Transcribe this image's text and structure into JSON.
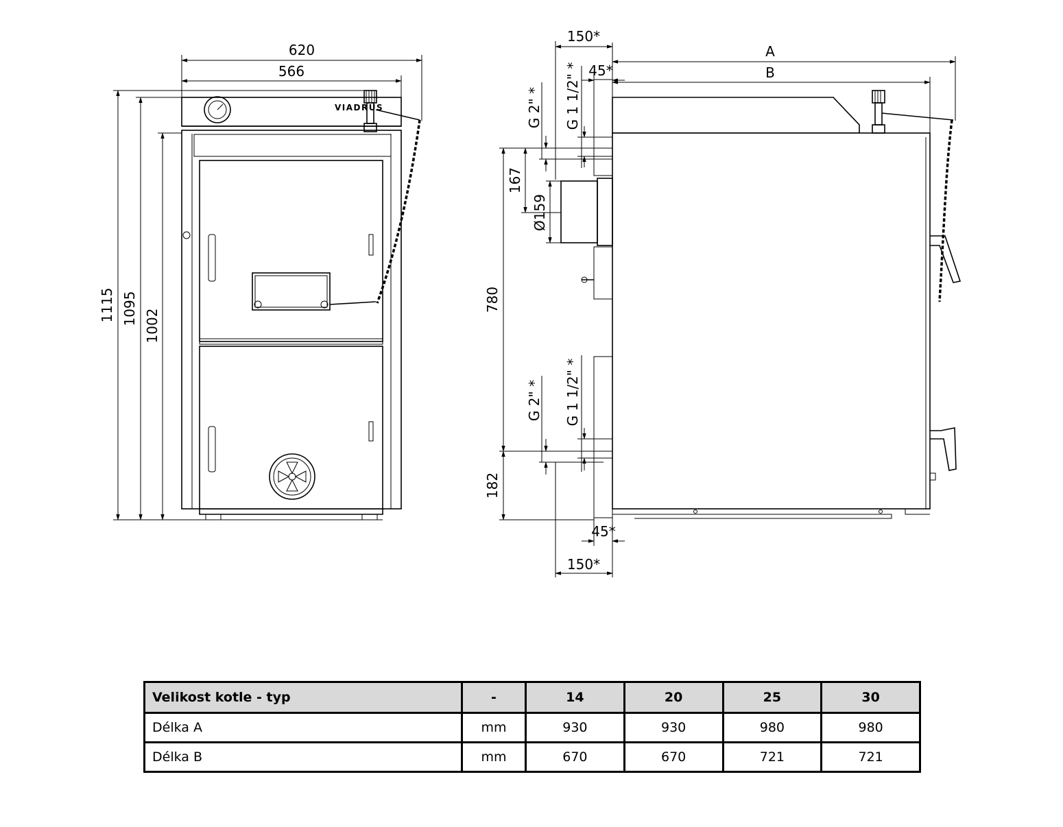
{
  "front_view": {
    "width_outer": "620",
    "width_inner": "566",
    "height_total": "1115",
    "height_body": "1095",
    "height_door": "1002",
    "brand": "VIADRUS"
  },
  "side_view": {
    "length_a": "A",
    "length_b": "B",
    "offset_top_150": "150*",
    "offset_top_45": "45*",
    "offset_bottom_45": "45*",
    "offset_bottom_150": "150*",
    "thread_top_g2": "G 2\" *",
    "thread_top_g112": "G 1 1/2\" *",
    "thread_bottom_g2": "G 2\" *",
    "thread_bottom_g112": "G 1 1/2\" *",
    "flue_offset": "167",
    "flue_diameter": "Ø159",
    "height_780": "780",
    "height_182": "182"
  },
  "table": {
    "header": [
      "Velikost kotle - typ",
      "-",
      "14",
      "20",
      "25",
      "30"
    ],
    "rows": [
      [
        "Délka A",
        "mm",
        "930",
        "930",
        "980",
        "980"
      ],
      [
        "Délka B",
        "mm",
        "670",
        "670",
        "721",
        "721"
      ]
    ]
  }
}
